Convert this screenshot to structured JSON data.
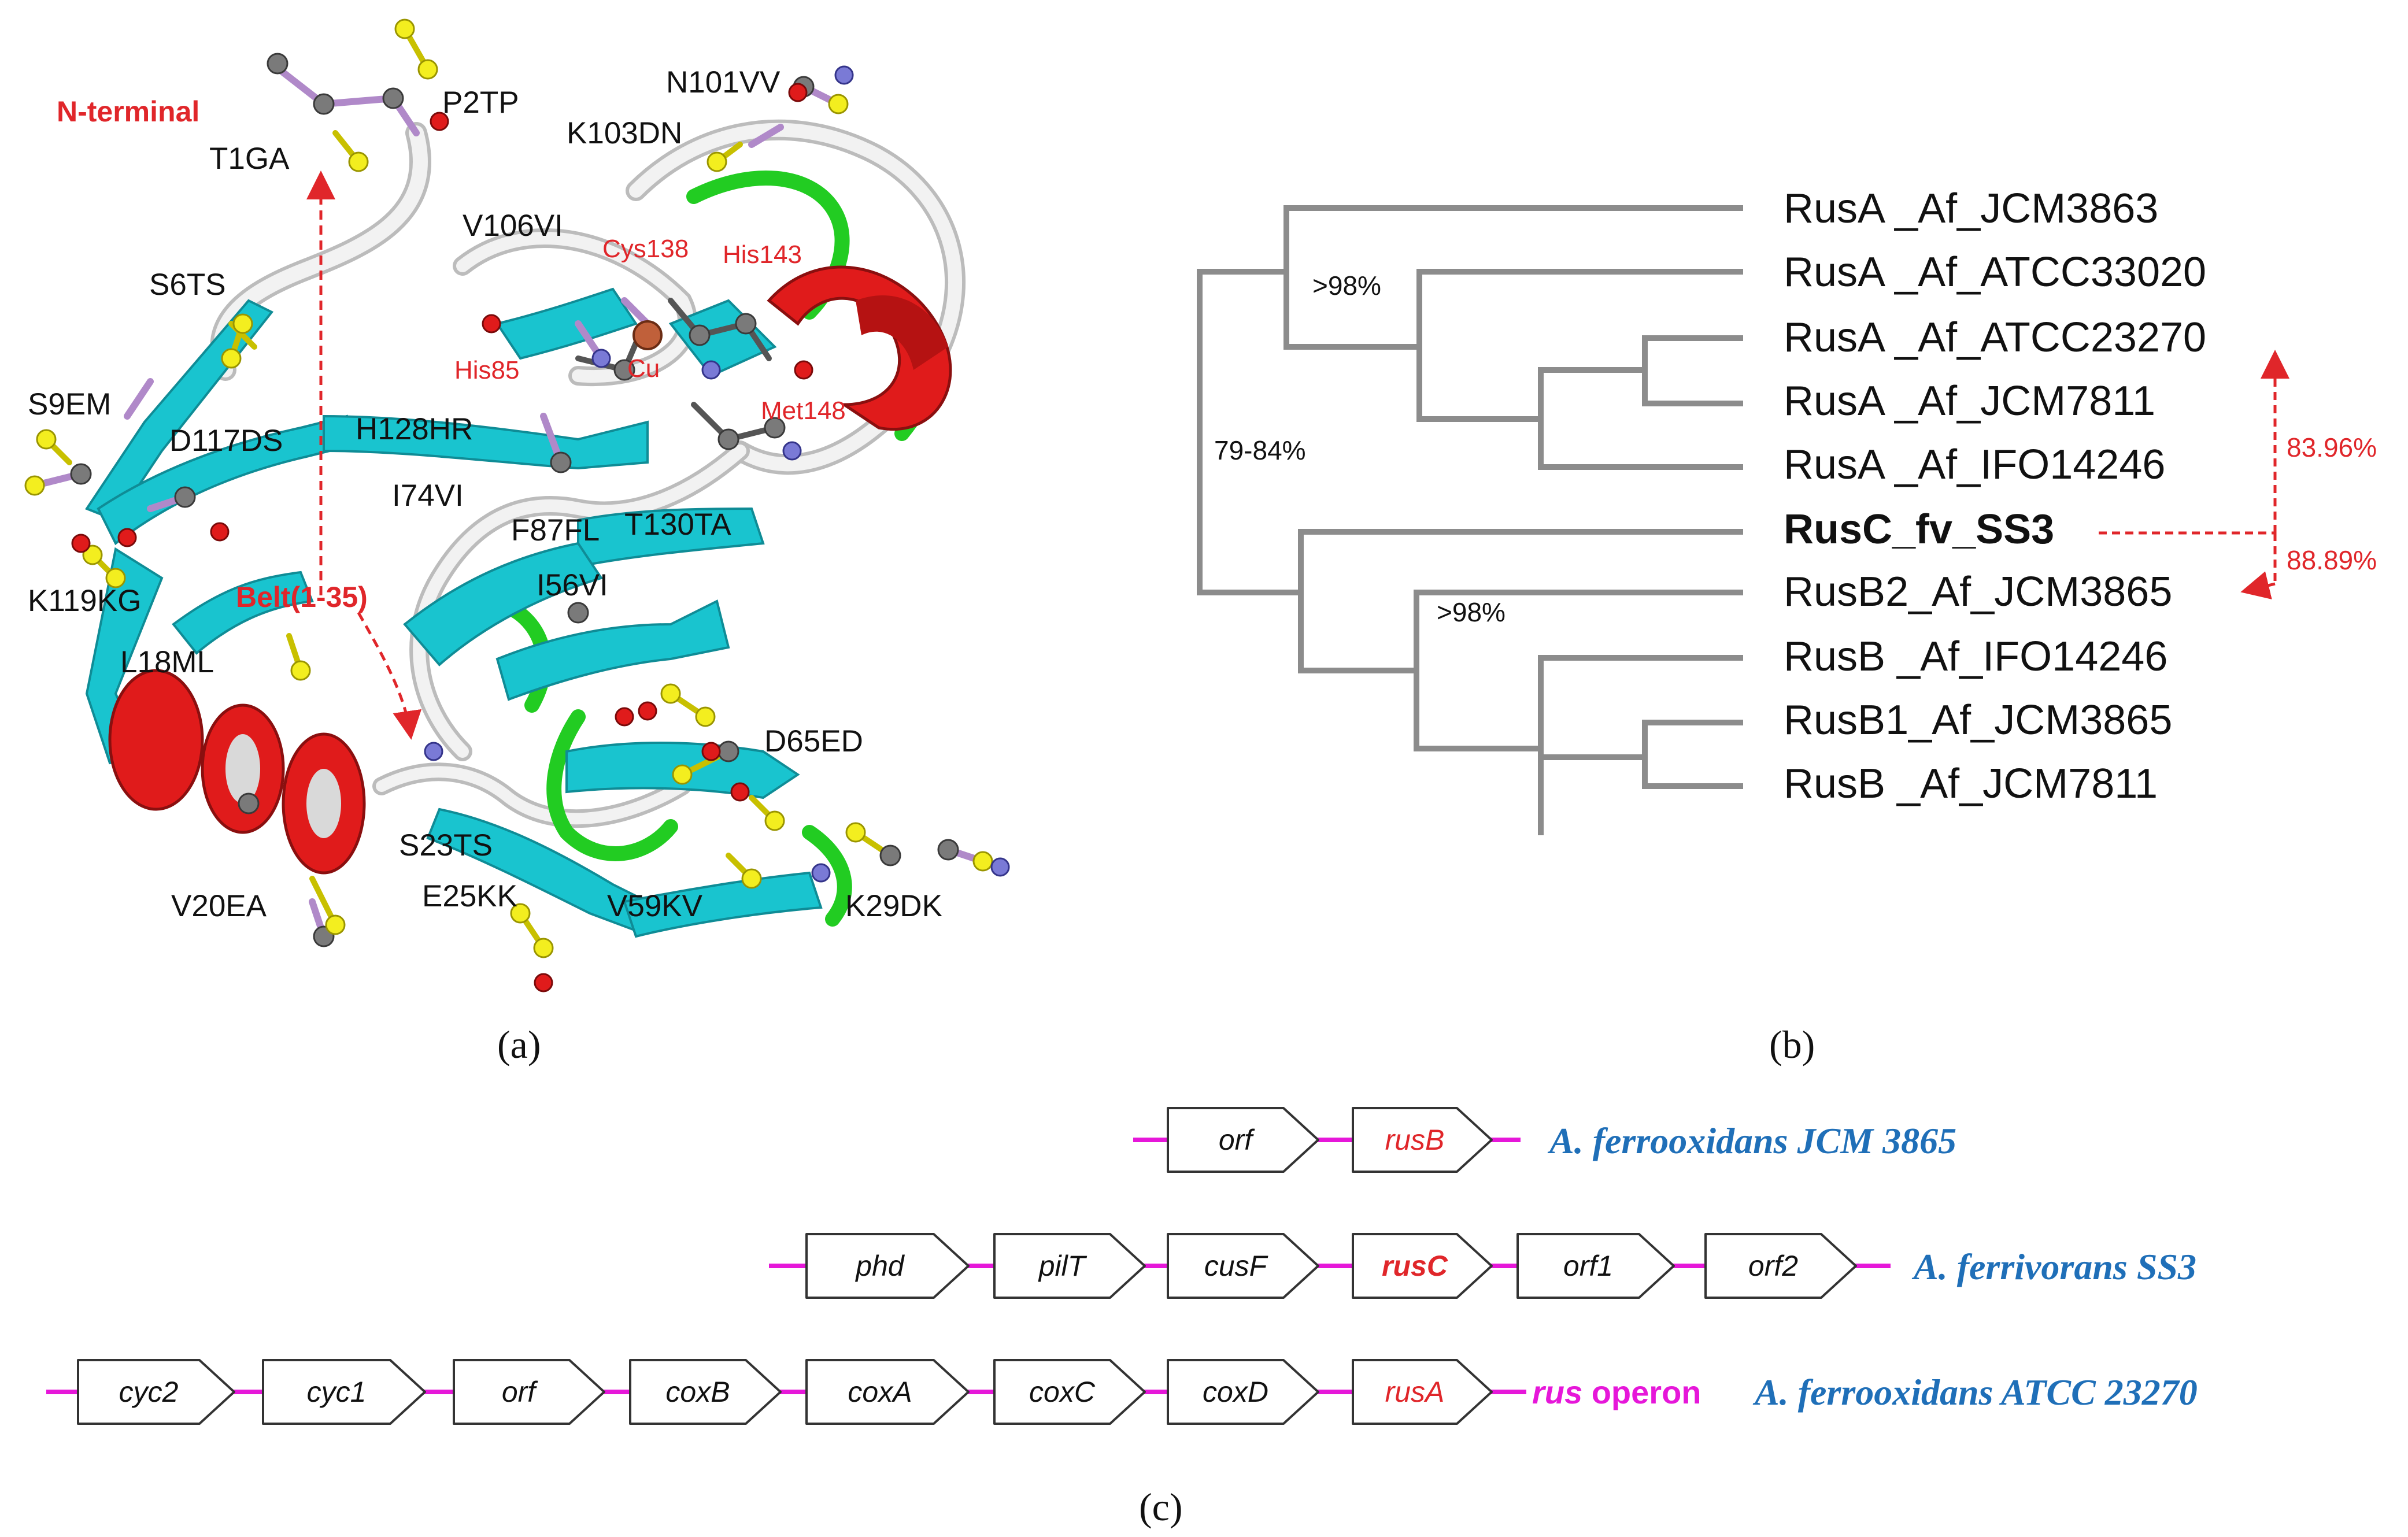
{
  "colors": {
    "helix": "#e01b1b",
    "sheet": "#19c4cf",
    "loop": "#d9d9d9",
    "turn": "#22cc22",
    "annotation": "#e0262a",
    "tree": "#8c8c8c",
    "axis_line": "#e617d9",
    "species": "#1f6fb8"
  },
  "panel_a": {
    "caption": "(a)",
    "residue_labels": [
      "P2TP",
      "T1GA",
      "N101VV",
      "K103DN",
      "V106VI",
      "S6TS",
      "S9EM",
      "D117DS",
      "H128HR",
      "I74VI",
      "F87FL",
      "T130TA",
      "K119KG",
      "I56VI",
      "L18ML",
      "D65ED",
      "S23TS",
      "V20EA",
      "E25KK",
      "V59KV",
      "K29DK"
    ],
    "site_labels": [
      "Cys138",
      "His143",
      "His85",
      "Cu",
      "Met148"
    ],
    "annotations": [
      "N-terminal",
      "Belt(1-35)"
    ]
  },
  "panel_b": {
    "caption": "(b)",
    "leaves": [
      "RusA _Af_JCM3863",
      "RusA _Af_ATCC33020",
      "RusA _Af_ATCC23270",
      "RusA _Af_JCM7811",
      "RusA _Af_IFO14246",
      "RusC_fv_SS3",
      "RusB2_Af_JCM3865",
      "RusB _Af_IFO14246",
      "RusB1_Af_JCM3865",
      "RusB _Af_JCM7811"
    ],
    "bootstrap": [
      ">98%",
      "79-84%",
      ">98%"
    ],
    "identity": [
      "83.96%",
      "88.89%"
    ]
  },
  "panel_c": {
    "caption": "(c)",
    "rows": [
      {
        "genes": [
          "orf",
          "rusB"
        ],
        "operon_italic": "",
        "operon_text": "",
        "species": "A. ferrooxidans JCM 3865"
      },
      {
        "genes": [
          "phd",
          "pilT",
          "cusF",
          "rusC",
          "orf1",
          "orf2"
        ],
        "operon_italic": "",
        "operon_text": "",
        "species": "A. ferrivorans SS3"
      },
      {
        "genes": [
          "cyc2",
          "cyc1",
          "orf",
          "coxB",
          "coxA",
          "coxC",
          "coxD",
          "rusA"
        ],
        "operon_italic": "rus",
        "operon_text": " operon",
        "species": "A. ferrooxidans ATCC 23270"
      }
    ]
  }
}
